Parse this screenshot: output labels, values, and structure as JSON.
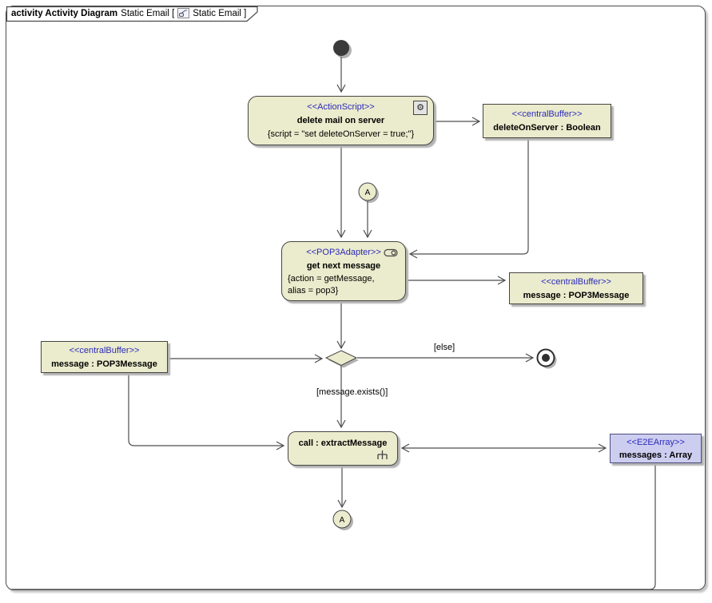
{
  "frame": {
    "kind_label": "activity Activity Diagram",
    "name_part": "Static Email [",
    "name_close": "Static Email ]"
  },
  "nodes": {
    "delete_action": {
      "stereotype": "<<ActionScript>>",
      "name": "delete mail on server",
      "script": "{script = \"set deleteOnServer = true;\"}"
    },
    "delete_buffer": {
      "stereotype": "<<centralBuffer>>",
      "name": "deleteOnServer : Boolean"
    },
    "connector_top": {
      "label": "A"
    },
    "get_next_action": {
      "stereotype": "<<POP3Adapter>>",
      "name": "get next message",
      "param1": "{action = getMessage,",
      "param2": "alias = pop3}"
    },
    "message_buffer_right": {
      "stereotype": "<<centralBuffer>>",
      "name": "message : POP3Message"
    },
    "message_buffer_left": {
      "stereotype": "<<centralBuffer>>",
      "name": "message : POP3Message"
    },
    "extract_action": {
      "name": "call : extractMessage"
    },
    "messages_array": {
      "stereotype": "<<E2EArray>>",
      "name": "messages : Array"
    },
    "connector_bottom": {
      "label": "A"
    }
  },
  "edges": {
    "else_guard": "[else]",
    "exists_guard": "[message.exists()]"
  },
  "icons": {
    "title": "activity-diagram-icon",
    "delete_action_badge": "gear-icon",
    "get_next_badge": "adapter-icon",
    "extract_badge": "rake-icon"
  },
  "colors": {
    "node_fill": "#ebebcd",
    "node_border": "#454545",
    "stereotype_text": "#2b2bbb",
    "array_fill": "#cdcdf0",
    "array_border": "#4c4c80",
    "edge": "#4d4d4d",
    "shadow": "#b2b2b2",
    "initial_fill": "#3a3a3a"
  }
}
